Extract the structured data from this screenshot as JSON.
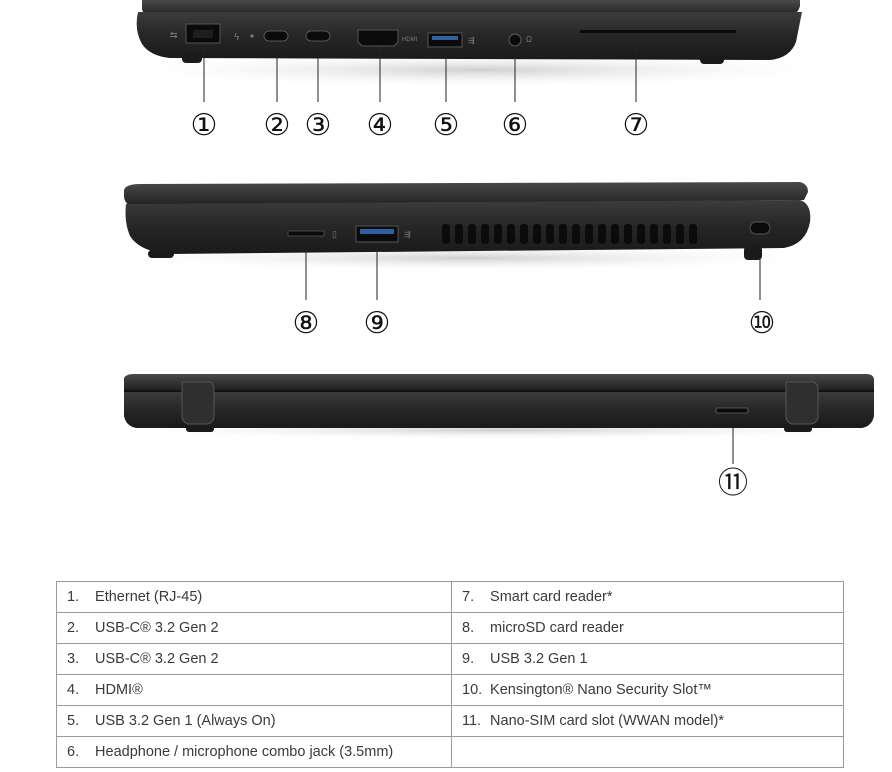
{
  "callouts": {
    "left_side": [
      "①",
      "②",
      "③",
      "④",
      "⑤",
      "⑥",
      "⑦"
    ],
    "right_side": [
      "⑧",
      "⑨",
      "⑩"
    ],
    "rear": [
      "⑪"
    ]
  },
  "port_labels": {
    "hdmi_tag": "HDMI"
  },
  "colors": {
    "chassis": "#242424",
    "chassis_edge": "#3a3a3a",
    "port_hole": "#0b0b0b",
    "table_border": "#9a9a9a",
    "table_text": "#3a3a3a"
  },
  "ports": {
    "rows": [
      [
        {
          "num": "1.",
          "label": "Ethernet (RJ-45)"
        },
        {
          "num": "7.",
          "label": "Smart card reader*"
        }
      ],
      [
        {
          "num": "2.",
          "label": "USB-C® 3.2 Gen 2"
        },
        {
          "num": "8.",
          "label": "microSD card reader"
        }
      ],
      [
        {
          "num": "3.",
          "label": "USB-C® 3.2 Gen 2"
        },
        {
          "num": "9.",
          "label": "USB 3.2 Gen 1"
        }
      ],
      [
        {
          "num": "4.",
          "label": "HDMI®"
        },
        {
          "num": "10.",
          "label": "Kensington® Nano Security Slot™"
        }
      ],
      [
        {
          "num": "5.",
          "label": "USB 3.2 Gen 1 (Always On)"
        },
        {
          "num": "11.",
          "label": "Nano-SIM card slot (WWAN model)*"
        }
      ],
      [
        {
          "num": "6.",
          "label": "Headphone / microphone combo jack (3.5mm)"
        },
        {
          "num": "",
          "label": ""
        }
      ]
    ]
  }
}
